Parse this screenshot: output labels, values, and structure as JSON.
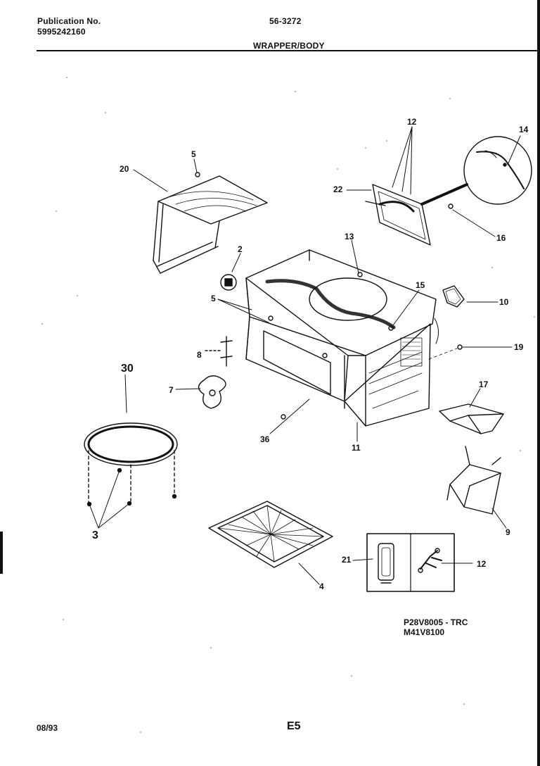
{
  "header": {
    "publication_label": "Publication No.",
    "publication_number": "5995242160",
    "model_code": "56-3272",
    "section_title": "WRAPPER/BODY"
  },
  "callouts": {
    "c20": "20",
    "c5a": "5",
    "c2": "2",
    "c5b": "5",
    "c8": "8",
    "c7": "7",
    "c30": "30",
    "c3": "3",
    "c4": "4",
    "c36": "36",
    "c11": "11",
    "c13": "13",
    "c15": "15",
    "c12a": "12",
    "c14": "14",
    "c22": "22",
    "c16": "16",
    "c10": "10",
    "c19": "19",
    "c17": "17",
    "c9": "9",
    "c21": "21",
    "c12b": "12"
  },
  "models": {
    "line1": "P28V8005 - TRC",
    "line2": "M41V8100"
  },
  "footer": {
    "date": "08/93",
    "page_code": "E5"
  }
}
